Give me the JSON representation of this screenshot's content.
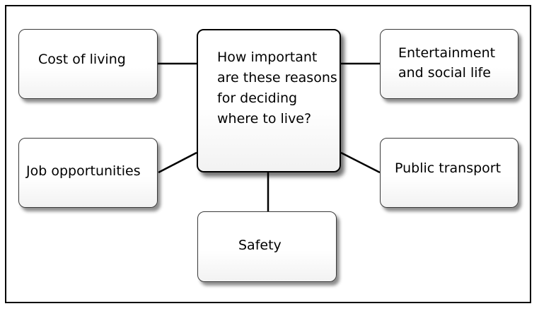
{
  "diagram": {
    "center_text": "How important are these reasons for deciding where to live?",
    "nodes": {
      "cost_of_living": "Cost of living",
      "entertainment_line1": "Entertainment",
      "entertainment_line2": "and social life",
      "job_opportunities": "Job opportunities",
      "public_transport": "Public transport",
      "safety": "Safety"
    },
    "colors": {
      "border": "#000000",
      "box_fill": "#ffffff",
      "connector": "#000000"
    }
  }
}
